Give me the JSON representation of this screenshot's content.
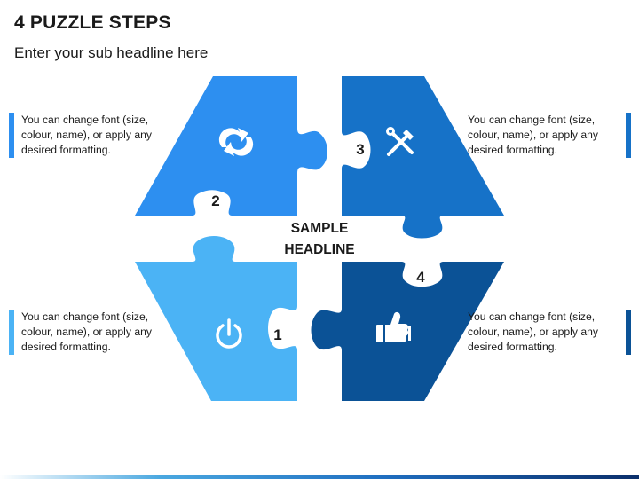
{
  "header": {
    "title": "4 PUZZLE STEPS",
    "subtitle": "Enter your sub headline here"
  },
  "center": {
    "line1": "SAMPLE",
    "line2": "HEADLINE"
  },
  "pieces": [
    {
      "number": "1",
      "icon": "power-icon",
      "color": "#4bb3f5"
    },
    {
      "number": "2",
      "icon": "refresh-arrows-icon",
      "color": "#2d8ff0"
    },
    {
      "number": "3",
      "icon": "tools-icon",
      "color": "#1672c8"
    },
    {
      "number": "4",
      "icon": "thumbs-up-icon",
      "color": "#0b5296"
    }
  ],
  "notes": {
    "top_left": "You can change font (size, colour, name), or apply any desired formatting.",
    "top_right": "You can change font (size, colour, name), or apply any desired formatting.",
    "bottom_left": "You can change font (size, colour, name), or apply any desired formatting.",
    "bottom_right": "You can change font (size, colour, name), or apply any desired formatting."
  },
  "note_bar_colors": {
    "top_left": "#2d8ff0",
    "top_right": "#1672c8",
    "bottom_left": "#4bb3f5",
    "bottom_right": "#0b5296"
  }
}
